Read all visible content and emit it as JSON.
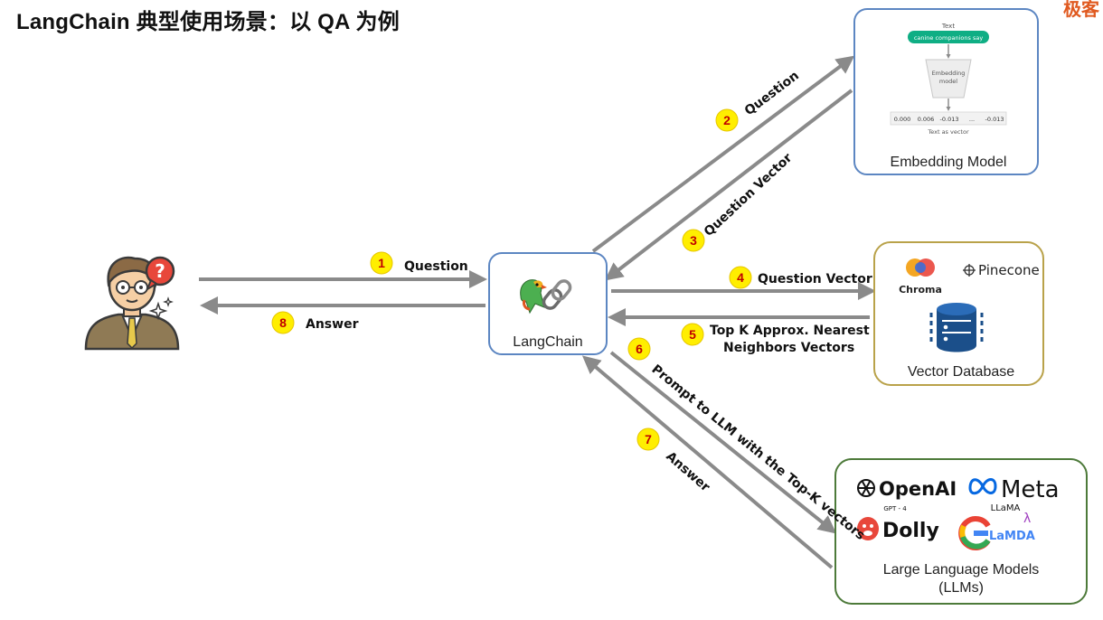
{
  "header": {
    "title": "LangChain 典型使用场景：以 QA 为例",
    "brand": "极客"
  },
  "colors": {
    "arrow": "#8a8a8a",
    "badge_fill": "#ffee00",
    "badge_text": "#c00000",
    "langchain_border": "#5c86c2",
    "embedding_border": "#5c86c2",
    "vector_db_border": "#b9a24a",
    "llm_border": "#4d7a3a",
    "embed_green": "#0fae84"
  },
  "nodes": {
    "user": {
      "icon": "user-question-icon"
    },
    "langchain": {
      "label": "LangChain",
      "icon": "parrot-chain-icon"
    },
    "embedding": {
      "label": "Embedding Model",
      "inner": {
        "text_caption": "Text",
        "text_value": "canine companions say",
        "model_label_1": "Embedding",
        "model_label_2": "model",
        "vector_values": [
          "0.000",
          "0.006",
          "-0.013",
          "...",
          "-0.013"
        ],
        "vector_caption": "Text as vector"
      }
    },
    "vector_db": {
      "label": "Vector Database",
      "chroma": "Chroma",
      "pinecone": "Pinecone"
    },
    "llms": {
      "label_1": "Large Language Models",
      "label_2": "(LLMs)",
      "openai": "OpenAI",
      "gpt4": "GPT - 4",
      "meta": "Meta",
      "llama": "LLaMA",
      "dolly": "Dolly",
      "lamda": "LaMDA"
    }
  },
  "edges": [
    {
      "step": "1",
      "label": "Question"
    },
    {
      "step": "2",
      "label": "Question"
    },
    {
      "step": "3",
      "label": "Question Vector"
    },
    {
      "step": "4",
      "label": "Question Vector"
    },
    {
      "step": "5",
      "label_1": "Top K Approx. Nearest",
      "label_2": "Neighbors Vectors"
    },
    {
      "step": "6",
      "label": "Prompt to LLM with the Top-K vectors"
    },
    {
      "step": "7",
      "label": "Answer"
    },
    {
      "step": "8",
      "label": "Answer"
    }
  ]
}
